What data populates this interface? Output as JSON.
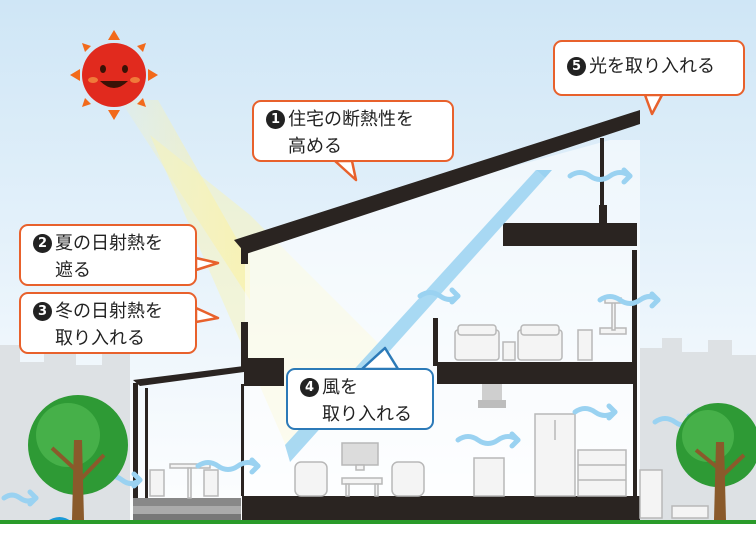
{
  "callouts": [
    {
      "num": "1",
      "line1": "住宅の断熱性を",
      "line2": "高める"
    },
    {
      "num": "2",
      "line1": "夏の日射熱を",
      "line2": "遮る"
    },
    {
      "num": "3",
      "line1": "冬の日射熱を",
      "line2": "取り入れる"
    },
    {
      "num": "4",
      "line1": "風を",
      "line2": "取り入れる"
    },
    {
      "num": "5",
      "line1": "光を取り入れる",
      "line2": ""
    }
  ],
  "colors": {
    "sky": "#d8ecf8",
    "sun": "#e12a1e",
    "sun_rays": "#f26a1b",
    "orange_border": "#e8612c",
    "blue_border": "#2c7ab8",
    "wind": "#9ad2f1",
    "house": "#2a2421",
    "tree": "#2e9a35",
    "grass": "#2a9b2a",
    "water": "#1a9ad6"
  },
  "icons": [
    "sun-icon",
    "wind-arrow-icon",
    "tree-icon",
    "bed-icon",
    "chair-icon",
    "sofa-icon",
    "tv-icon",
    "fridge-icon"
  ]
}
